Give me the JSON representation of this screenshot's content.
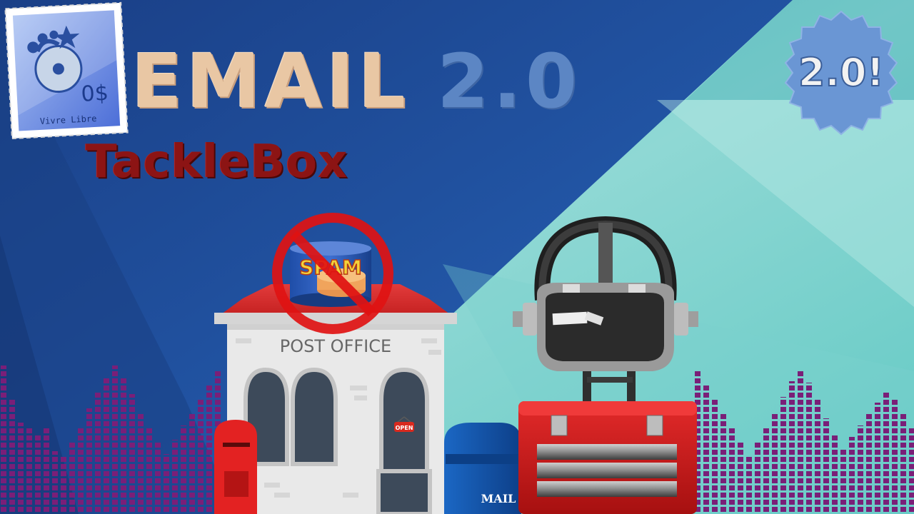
{
  "title": {
    "word": "EMAIL",
    "version": "2.0"
  },
  "subtitle": "TackleBox",
  "badge": {
    "text": "2.0!"
  },
  "stamp": {
    "value": "0$",
    "caption": "Vivre Libre"
  },
  "post_office": {
    "sign": "POST OFFICE",
    "door_sign": "OPEN"
  },
  "spam_can": {
    "label": "SPAM"
  },
  "mailbox": {
    "label": "MAIL"
  },
  "icons": [
    "stamp-icon",
    "no-spam-icon",
    "vr-headset-icon",
    "toolbox-icon",
    "mailbox-icon",
    "post-box-icon",
    "post-office-icon"
  ]
}
